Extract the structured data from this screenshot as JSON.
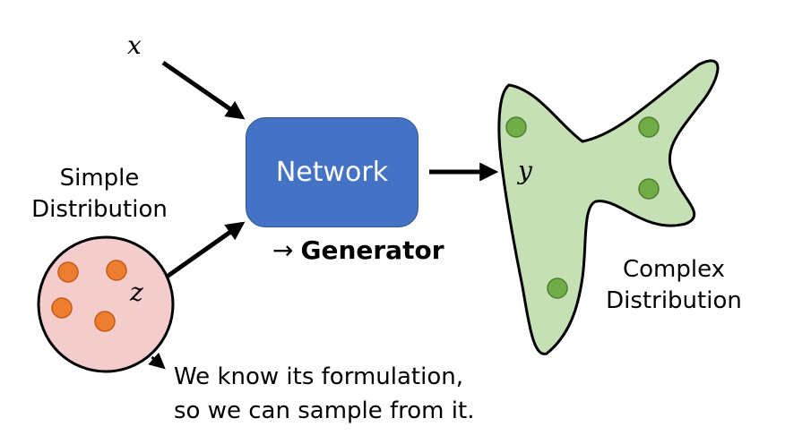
{
  "labels": {
    "x": "x",
    "z": "z",
    "y": "y",
    "network": "Network",
    "generator_arrow": "→",
    "generator": "Generator",
    "simple_line1": "Simple",
    "simple_line2": "Distribution",
    "complex_line1": "Complex",
    "complex_line2": "Distribution",
    "note_line1": "We know its formulation,",
    "note_line2": "so we can sample from it."
  },
  "colors": {
    "network_fill": "#4472c4",
    "simple_fill": "#f4cccc",
    "simple_dot": "#ed7d31",
    "complex_fill": "#c5e0b4",
    "complex_dot": "#70ad47"
  }
}
